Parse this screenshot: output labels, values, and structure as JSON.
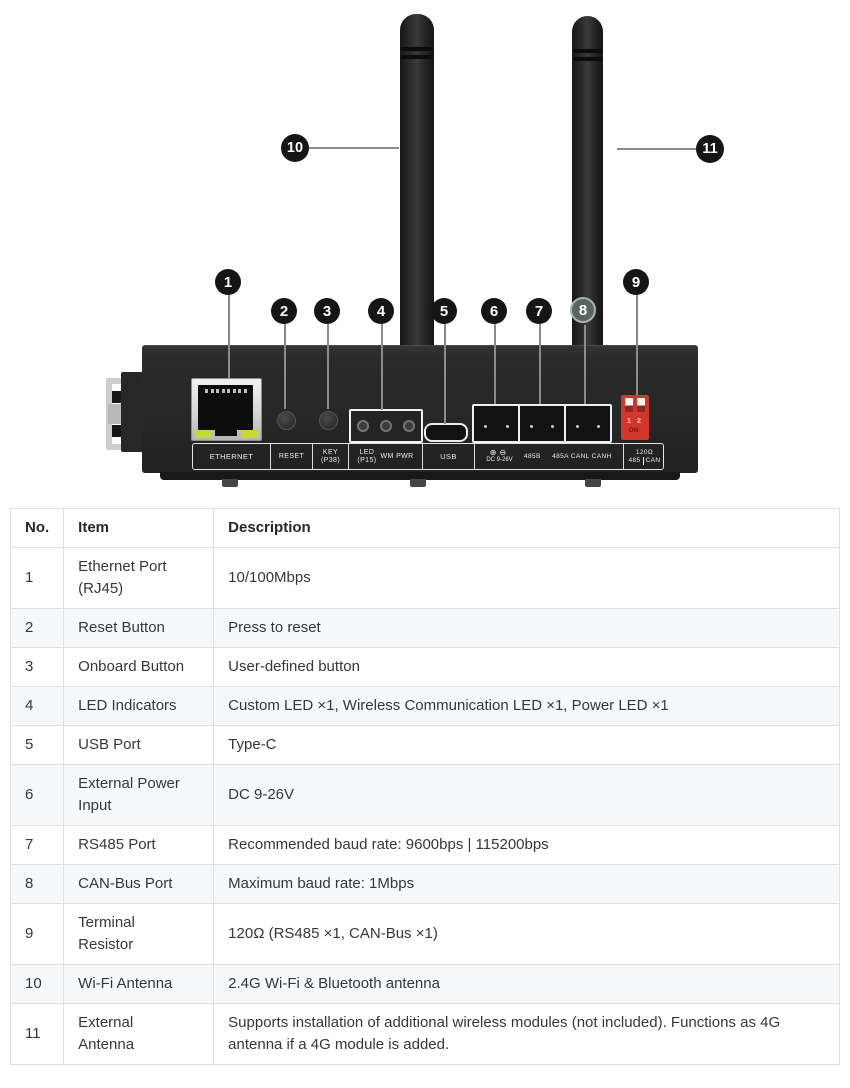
{
  "figure": {
    "callouts": [
      "1",
      "2",
      "3",
      "4",
      "5",
      "6",
      "7",
      "8",
      "9",
      "10",
      "11"
    ],
    "device_labels": {
      "ethernet": "ETHERNET",
      "reset": "RESET",
      "key": "KEY\n(P38)",
      "led": "LED\n(P15)",
      "wm_pwr": "WM PWR",
      "usb": "USB",
      "power_plus": "⊕",
      "power_minus": "⊖",
      "power_dc": "DC 9-26V",
      "rs485b": "485B",
      "rs485a_can": "485A  CANL CANH",
      "terminal_line1": "120Ω",
      "terminal_485": "485",
      "terminal_can": "CAN",
      "dip_numbers": "1 2",
      "dip_on": "ON↓"
    },
    "colors": {
      "device_black": "#272727",
      "dip_red": "#d5362c",
      "led_yellow": "#c6d832",
      "callout_black": "#151515",
      "leader_gray": "#8c8c8c"
    }
  },
  "table": {
    "headers": [
      "No.",
      "Item",
      "Description"
    ],
    "rows": [
      {
        "no": "1",
        "item": "Ethernet Port\n(RJ45)",
        "description": "10/100Mbps"
      },
      {
        "no": "2",
        "item": "Reset Button",
        "description": "Press to reset"
      },
      {
        "no": "3",
        "item": "Onboard Button",
        "description": "User-defined button"
      },
      {
        "no": "4",
        "item": "LED Indicators",
        "description": "Custom LED ×1, Wireless Communication LED ×1, Power LED ×1"
      },
      {
        "no": "5",
        "item": "USB Port",
        "description": "Type-C"
      },
      {
        "no": "6",
        "item": "External Power\nInput",
        "description": "DC 9-26V"
      },
      {
        "no": "7",
        "item": "RS485 Port",
        "description": "Recommended baud rate: 9600bps | 115200bps"
      },
      {
        "no": "8",
        "item": "CAN-Bus Port",
        "description": "Maximum baud rate: 1Mbps"
      },
      {
        "no": "9",
        "item": "Terminal\nResistor",
        "description": "120Ω (RS485 ×1, CAN-Bus ×1)"
      },
      {
        "no": "10",
        "item": "Wi-Fi Antenna",
        "description": "2.4G Wi-Fi & Bluetooth antenna"
      },
      {
        "no": "11",
        "item": "External\nAntenna",
        "description": "Supports installation of additional wireless modules (not included). Functions as 4G antenna if a 4G module is added."
      }
    ]
  }
}
